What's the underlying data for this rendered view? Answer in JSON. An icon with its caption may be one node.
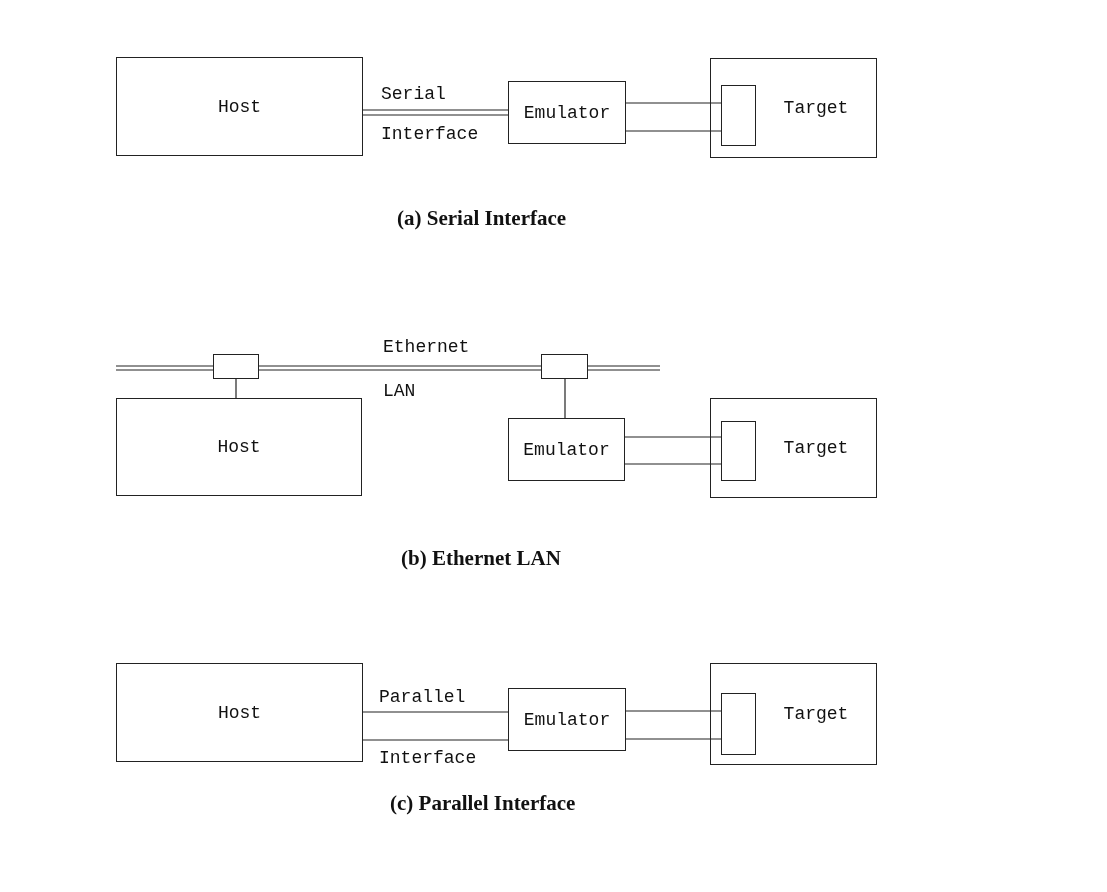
{
  "diagram": {
    "nodes": [
      {
        "text": [
          "Host"
        ]
      },
      {
        "text": [
          "Emulator"
        ]
      },
      {
        "text": [
          "Target"
        ]
      },
      {
        "text": [],
        "shape": "box",
        "in": 2
      },
      {
        "text": [
          "Host"
        ]
      },
      {
        "text": [
          "Emulator"
        ]
      },
      {
        "text": [
          "Target"
        ]
      },
      {
        "text": [],
        "shape": "box",
        "in": 6
      },
      {
        "text": [],
        "shape": "box"
      },
      {
        "text": [],
        "shape": "box"
      },
      {
        "text": [
          "Host"
        ]
      },
      {
        "text": [
          "Emulator"
        ]
      },
      {
        "text": [
          "Target"
        ]
      },
      {
        "text": [],
        "shape": "box",
        "in": 12
      }
    ],
    "edges": [
      {
        "from": 0,
        "to": 1,
        "arrow": "none",
        "label": "Serial Interface"
      },
      {
        "from": 1,
        "to": 3,
        "arrow": "none"
      },
      {
        "from": 1,
        "to": 3,
        "arrow": "none"
      },
      {
        "from": null,
        "to": 8,
        "arrow": "none"
      },
      {
        "from": 8,
        "to": 9,
        "arrow": "none",
        "label": "Ethernet LAN"
      },
      {
        "from": 9,
        "to": null,
        "arrow": "none"
      },
      {
        "from": 8,
        "to": 4,
        "arrow": "none"
      },
      {
        "from": 9,
        "to": 5,
        "arrow": "none"
      },
      {
        "from": 5,
        "to": 7,
        "arrow": "none"
      },
      {
        "from": 5,
        "to": 7,
        "arrow": "none"
      },
      {
        "from": 10,
        "to": 11,
        "arrow": "none",
        "label": "Parallel Interface"
      },
      {
        "from": 10,
        "to": 11,
        "arrow": "none"
      },
      {
        "from": 11,
        "to": 13,
        "arrow": "none"
      },
      {
        "from": 11,
        "to": 13,
        "arrow": "none"
      }
    ],
    "labels": [
      "(a) Serial Interface",
      "(b) Ethernet LAN",
      "(c) Parallel Interface"
    ]
  }
}
